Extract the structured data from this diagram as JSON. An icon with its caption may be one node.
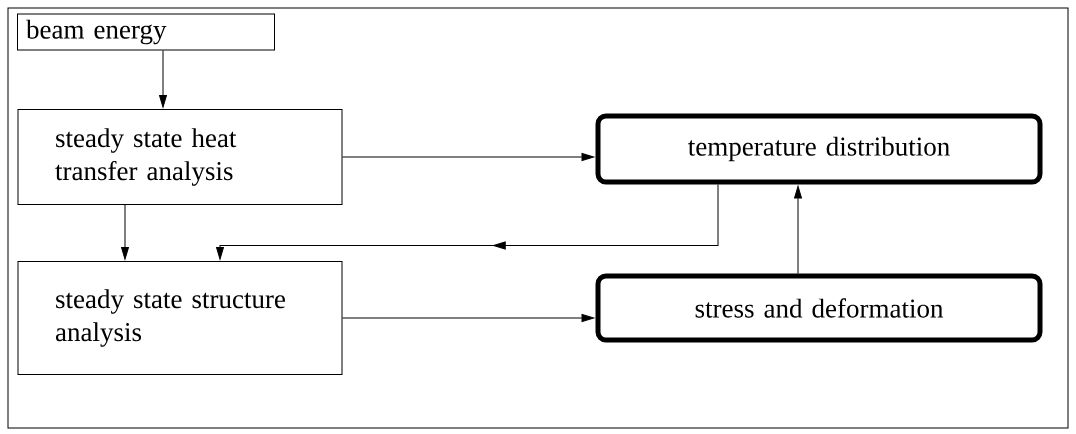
{
  "diagram": {
    "nodes": [
      {
        "text": [
          "beam energy"
        ]
      },
      {
        "text": [
          "steady state heat transfer analysis"
        ]
      },
      {
        "text": [
          "temperature distribution"
        ]
      },
      {
        "text": [
          "steady state structure analysis"
        ]
      },
      {
        "text": [
          "stress and deformation"
        ]
      }
    ],
    "edges": [
      {
        "from": 0,
        "to": 1,
        "arrow": "to"
      },
      {
        "from": 1,
        "to": 2,
        "arrow": "to"
      },
      {
        "from": 1,
        "to": 3,
        "arrow": "to"
      },
      {
        "from": 2,
        "to": 3,
        "arrow": "to"
      },
      {
        "from": 3,
        "to": 4,
        "arrow": "to"
      },
      {
        "from": 4,
        "to": 2,
        "arrow": "to"
      }
    ]
  }
}
